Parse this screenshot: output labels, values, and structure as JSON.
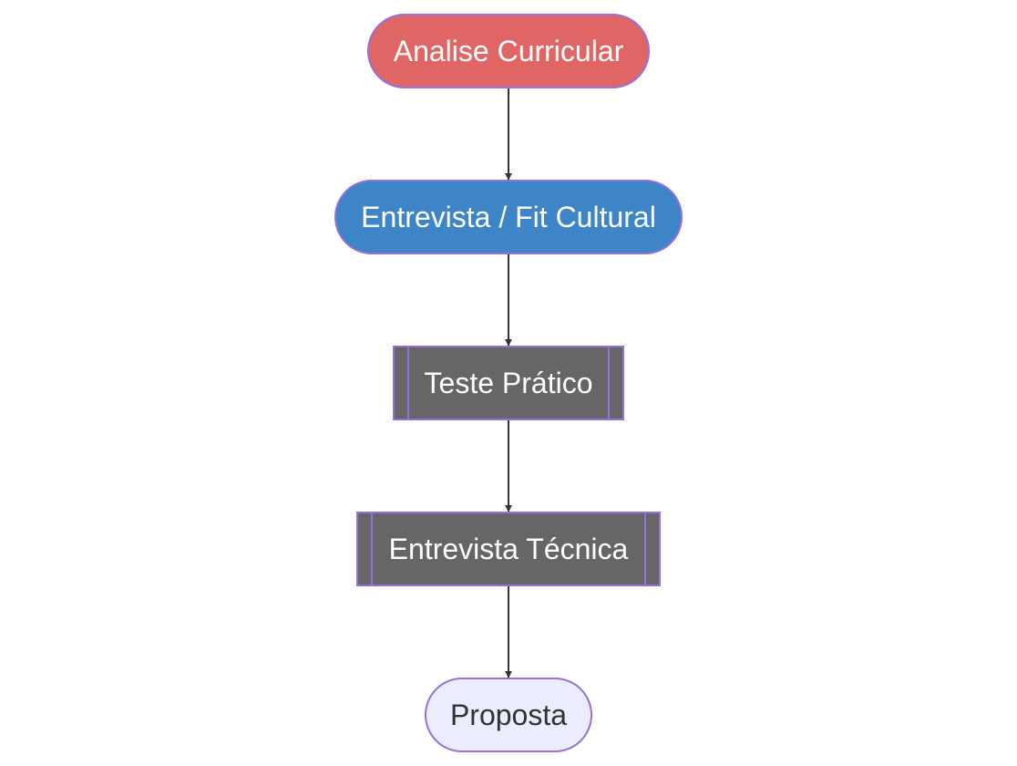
{
  "diagram": {
    "type": "flowchart",
    "direction": "top-to-bottom",
    "nodes": [
      {
        "id": "analise",
        "label": "Analise Curricular",
        "shape": "stadium",
        "fill": "#E06666",
        "stroke": "#9370DB",
        "text_color": "#FFFFFF"
      },
      {
        "id": "entrevista_fit",
        "label": "Entrevista / Fit Cultural",
        "shape": "stadium",
        "fill": "#3D85C6",
        "stroke": "#9370DB",
        "text_color": "#FFFFFF"
      },
      {
        "id": "teste",
        "label": "Teste Prático",
        "shape": "subroutine",
        "fill": "#666666",
        "stroke": "#9370DB",
        "text_color": "#FFFFFF"
      },
      {
        "id": "entrevista_tecnica",
        "label": "Entrevista Técnica",
        "shape": "subroutine",
        "fill": "#666666",
        "stroke": "#9370DB",
        "text_color": "#FFFFFF"
      },
      {
        "id": "proposta",
        "label": "Proposta",
        "shape": "stadium",
        "fill": "#ECECFF",
        "stroke": "#9370DB",
        "text_color": "#333333"
      }
    ],
    "edges": [
      {
        "from": "analise",
        "to": "entrevista_fit"
      },
      {
        "from": "entrevista_fit",
        "to": "teste"
      },
      {
        "from": "teste",
        "to": "entrevista_tecnica"
      },
      {
        "from": "entrevista_tecnica",
        "to": "proposta"
      }
    ],
    "edge_color": "#333333"
  }
}
